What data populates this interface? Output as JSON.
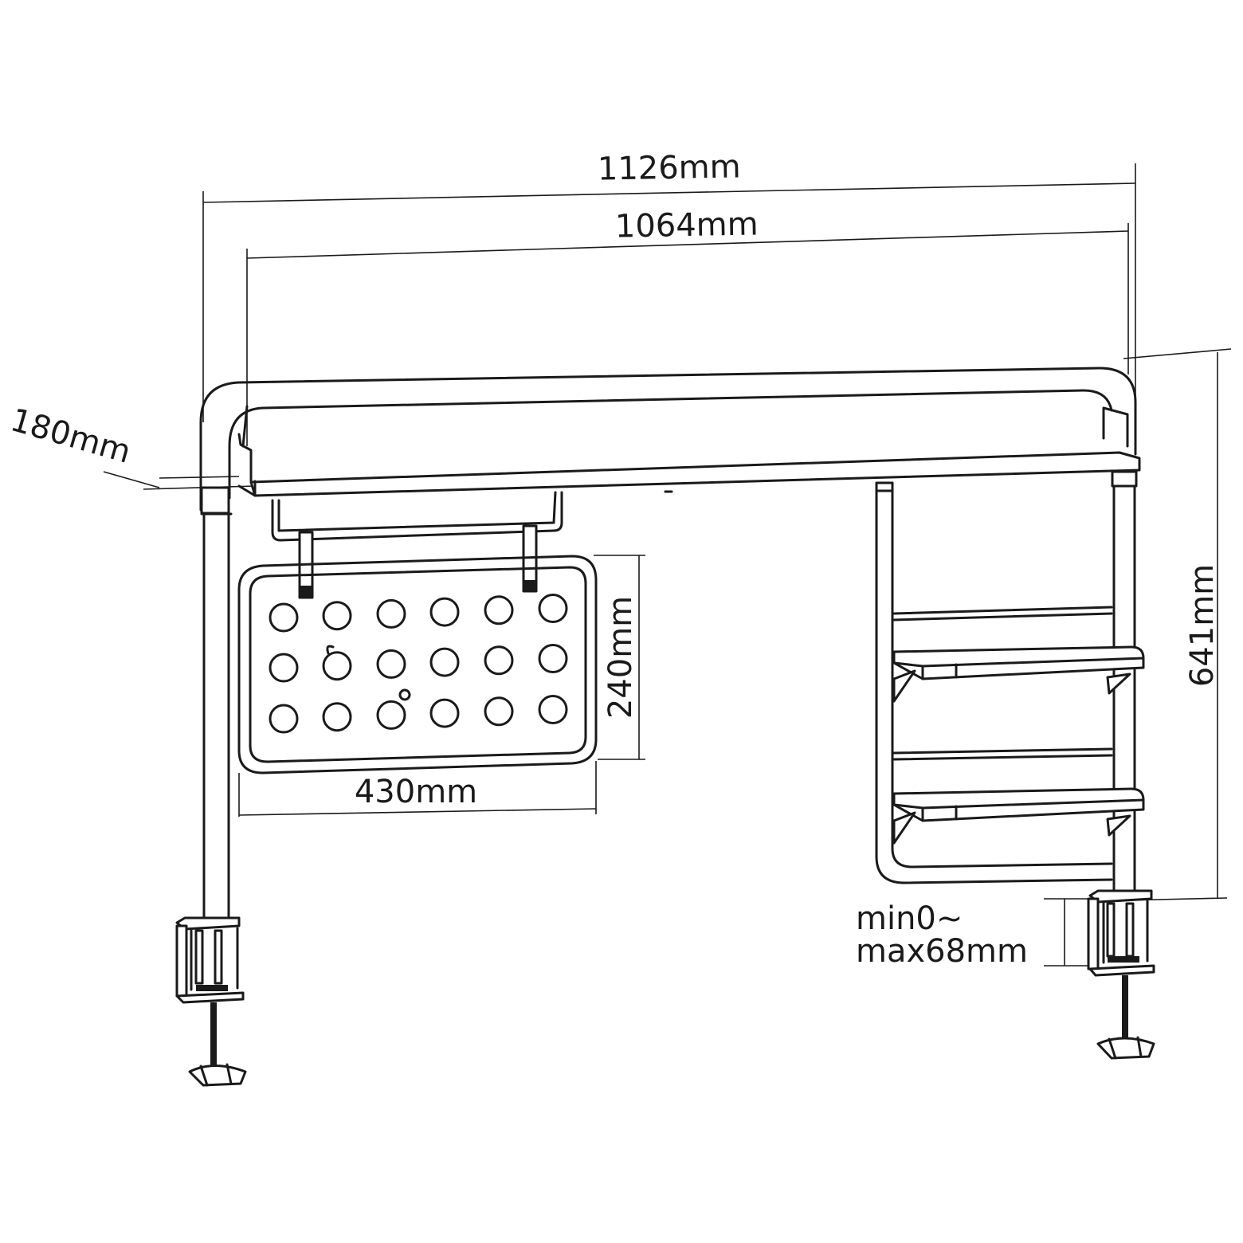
{
  "dimensions": {
    "overall_width": "1126mm",
    "shelf_width": "1064mm",
    "depth": "180mm",
    "height": "641mm",
    "pegboard_height": "240mm",
    "pegboard_width": "430mm",
    "clamp_range_line1": "min0~",
    "clamp_range_line2": "max68mm"
  },
  "colors": {
    "line": "#1a1a1a",
    "background": "#ffffff"
  }
}
